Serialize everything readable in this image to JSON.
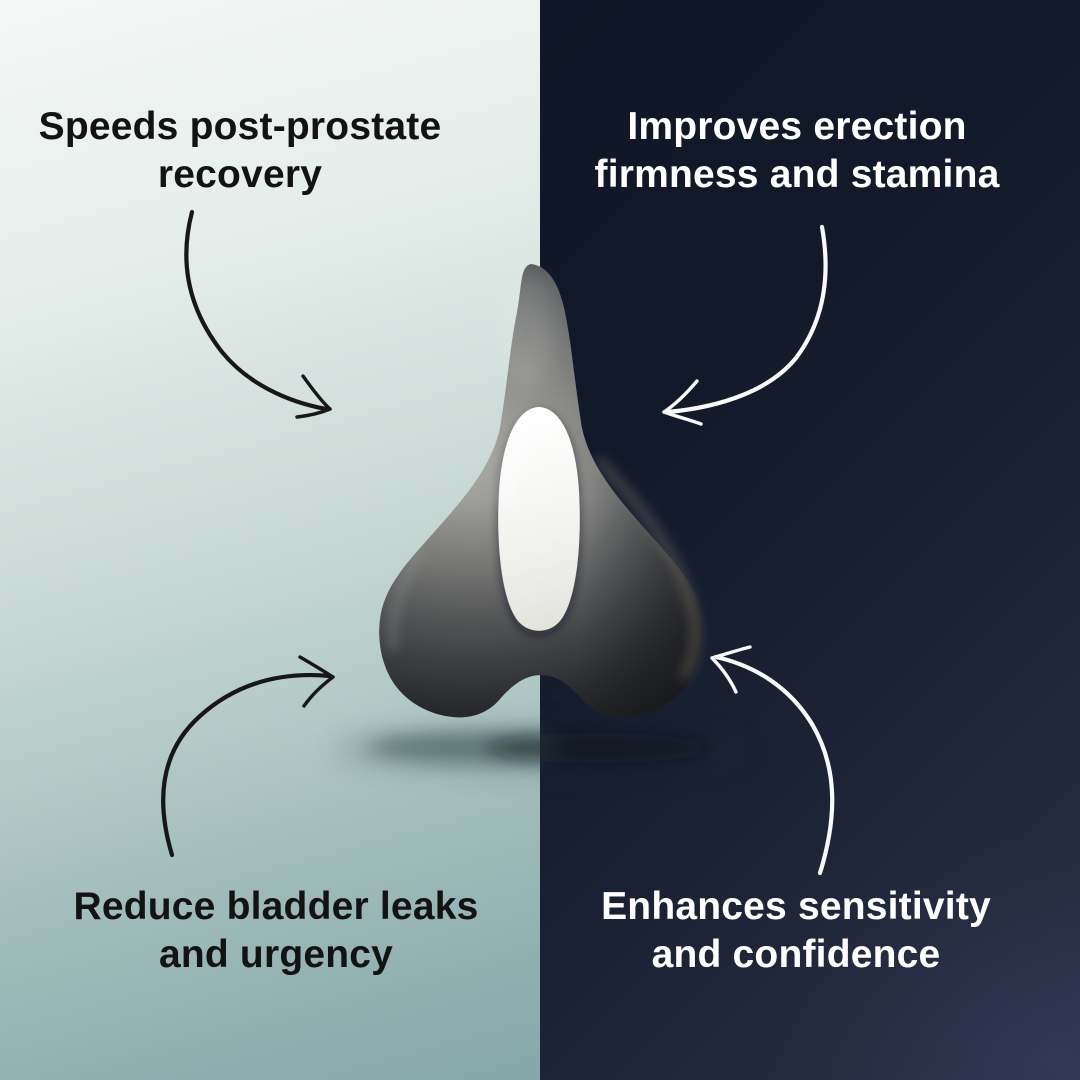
{
  "page": {
    "title": "Pelvic floor trainer benefits infographic"
  },
  "theme": {
    "left_bg_top": "#f5f8f6",
    "left_bg_bottom": "#84a7a9",
    "right_bg_top": "#0f1726",
    "right_bg_bottom": "#2a3147",
    "left_text_color": "#131313",
    "right_text_color": "#ffffff",
    "left_arrow_color": "#171717",
    "right_arrow_color": "#f7f9fa",
    "product_body_gray": "#6a6c6b",
    "product_insert_white": "#f2f2ef"
  },
  "labels": {
    "top_left": {
      "lines": [
        "Speeds post-prostate",
        "recovery"
      ]
    },
    "top_right": {
      "lines": [
        "Improves erection",
        "firmness and stamina"
      ]
    },
    "bottom_left": {
      "lines": [
        "Reduce bladder leaks",
        "and urgency"
      ]
    },
    "bottom_right": {
      "lines": [
        "Enhances sensitivity",
        "and confidence"
      ]
    }
  },
  "product": {
    "name": "pelvic-floor-trainer"
  },
  "arrows": [
    {
      "id": "top-left",
      "color": "#171717",
      "from_label": "top_left",
      "points_to": "product"
    },
    {
      "id": "top-right",
      "color": "#f7f9fa",
      "from_label": "top_right",
      "points_to": "product"
    },
    {
      "id": "bottom-left",
      "color": "#171717",
      "from_label": "bottom_left",
      "points_to": "product"
    },
    {
      "id": "bottom-right",
      "color": "#f7f9fa",
      "from_label": "bottom_right",
      "points_to": "product"
    }
  ]
}
